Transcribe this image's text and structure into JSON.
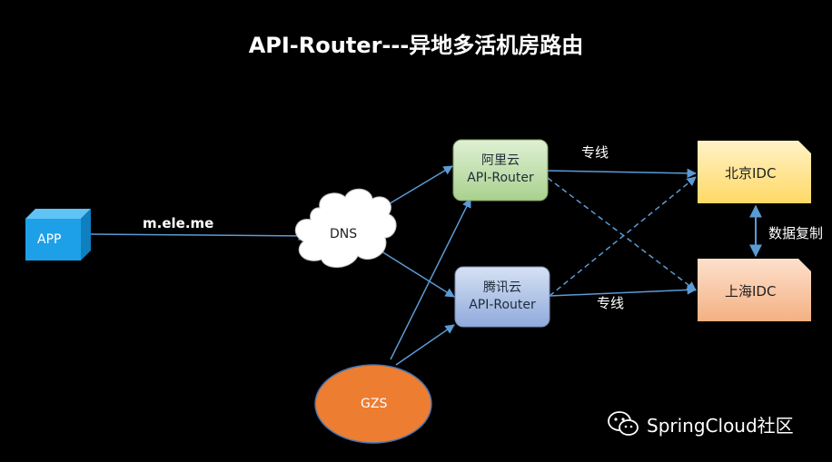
{
  "title": "API-Router---异地多活机房路由",
  "nodes": {
    "app": "APP",
    "dns": "DNS",
    "aliyun_line1": "阿里云",
    "aliyun_line2": "API-Router",
    "tencent_line1": "腾讯云",
    "tencent_line2": "API-Router",
    "beijing": "北京IDC",
    "shanghai": "上海IDC",
    "gzs": "GZS"
  },
  "edges": {
    "app_to_dns": "m.ele.me",
    "dedicated_top": "专线",
    "dedicated_bottom": "专线",
    "replication": "数据复制"
  },
  "watermark": {
    "text": "SpringCloud社区",
    "icon": "wechat-icon"
  },
  "colors": {
    "app": "#1ea0e8",
    "aliyun_fill": "#c5e0b4",
    "tencent_fill": "#b4c7e7",
    "beijing_fill": "#ffe699",
    "shanghai_fill": "#f8cbad",
    "gzs_fill": "#ed7d31",
    "arrow": "#5b9bd5"
  }
}
